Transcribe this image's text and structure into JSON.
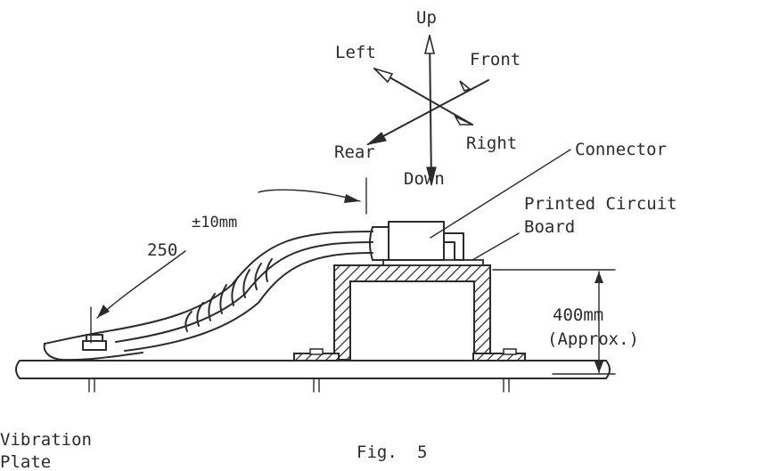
{
  "directions": {
    "up": "Up",
    "down": "Down",
    "left": "Left",
    "right": "Right",
    "front": "Front",
    "rear": "Rear"
  },
  "labels": {
    "connector": "Connector",
    "pcb_line1": "Printed Circuit",
    "pcb_line2": "Board",
    "cable_length": "250",
    "cable_tolerance": "±10mm",
    "height_value": "400mm",
    "height_approx": "(Approx.)",
    "vibration_line1": "Vibration",
    "vibration_line2": "Plate",
    "figure": "Fig.",
    "figure_number": "5"
  }
}
